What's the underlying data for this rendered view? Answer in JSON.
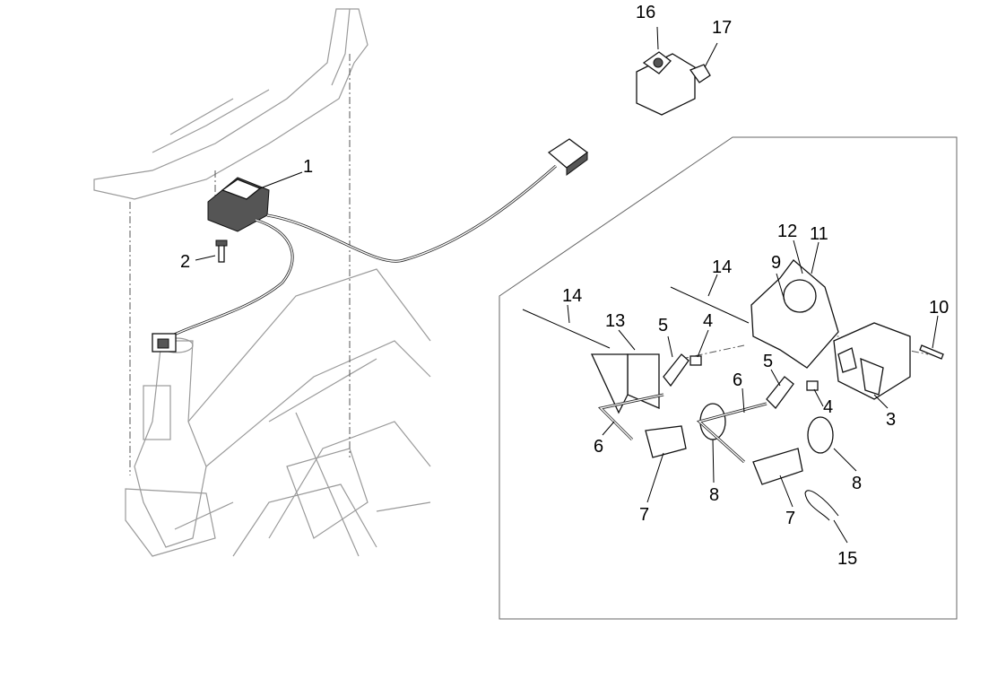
{
  "diagram": {
    "type": "exploded parts diagram",
    "line_color": "#111111",
    "frame_color": "#9a9a9a",
    "callouts": [
      "16",
      "17",
      "1",
      "2",
      "14",
      "13",
      "5",
      "4",
      "14",
      "9",
      "12",
      "11",
      "10",
      "5",
      "6",
      "4",
      "3",
      "6",
      "7",
      "8",
      "7",
      "8",
      "15"
    ]
  }
}
